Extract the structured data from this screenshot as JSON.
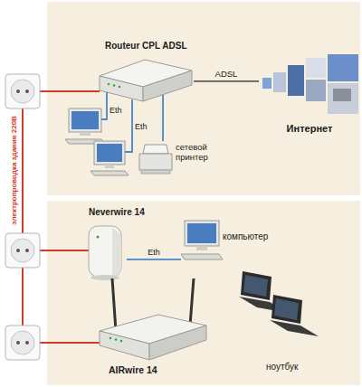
{
  "diagram": {
    "nodes": [
      {
        "text": [
          "Routeur CPL ADSL"
        ]
      },
      {
        "text": [
          "Интернет"
        ]
      },
      {
        "text": [
          "сетевой принтер"
        ]
      },
      {
        "text": [
          "Neverwire 14"
        ]
      },
      {
        "text": [
          "компьютер"
        ]
      },
      {
        "text": [
          "AIRwire 14"
        ]
      },
      {
        "text": [
          "ноутбук"
        ]
      }
    ],
    "edges": [
      {
        "from": 0,
        "to": 1,
        "label": "ADSL",
        "arrow": "none"
      },
      {
        "from": 0,
        "to": 2,
        "arrow": "none"
      },
      {
        "from": 3,
        "to": 4,
        "label": "Eth",
        "arrow": "none"
      }
    ],
    "labels": [
      "Eth",
      "Eth",
      "электропроводка здания 220В"
    ]
  }
}
